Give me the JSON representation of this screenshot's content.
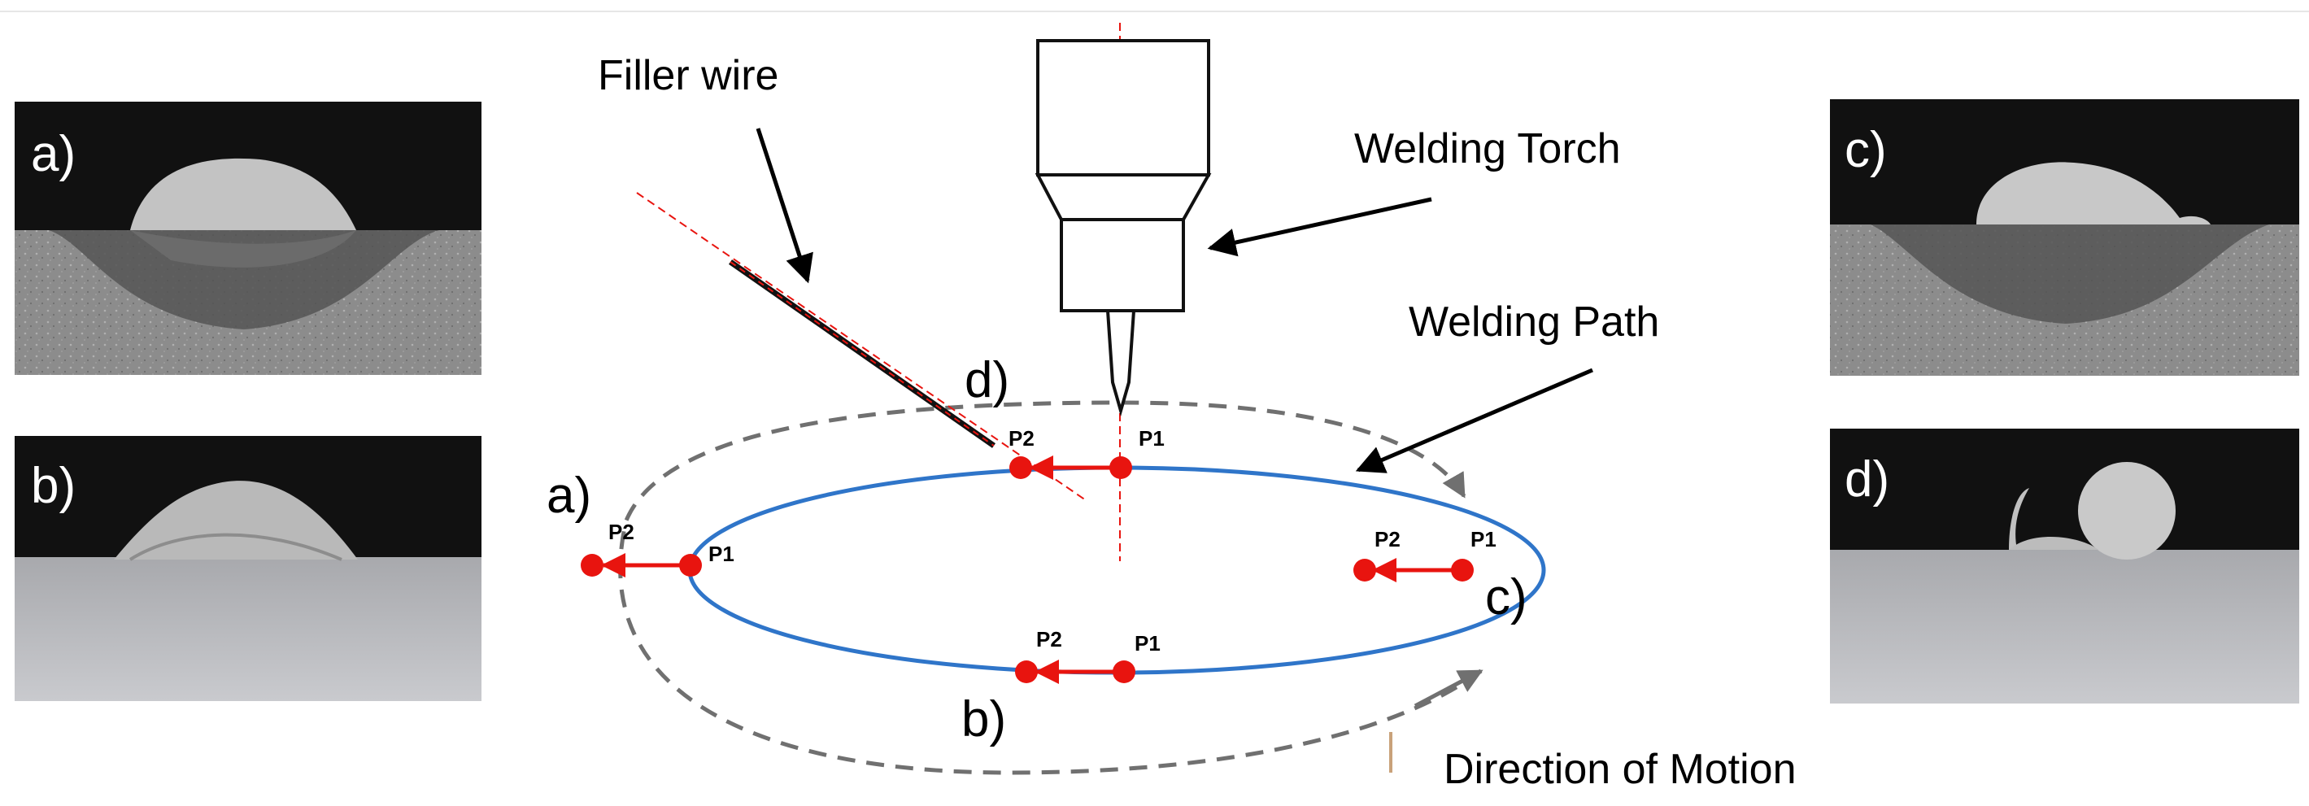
{
  "labels": {
    "filler_wire": "Filler wire",
    "welding_torch": "Welding Torch",
    "welding_path": "Welding Path",
    "direction_of_motion": "Direction of Motion"
  },
  "photos": {
    "a": "a)",
    "b": "b)",
    "c": "c)",
    "d": "d)"
  },
  "path_positions": {
    "a": "a)",
    "b": "b)",
    "c": "c)",
    "d": "d)"
  },
  "points": {
    "p1": "P1",
    "p2": "P2"
  },
  "colors": {
    "path": "#2f75c9",
    "marker": "#e8140f",
    "guide_line": "#e8140f",
    "dashed_orbit": "#707070",
    "photo_dark_bg": "#111111",
    "photo_gray_base": "#8a8a8a",
    "photo_light_base": "#b8b9bd",
    "bead": "#c4c4c4"
  }
}
